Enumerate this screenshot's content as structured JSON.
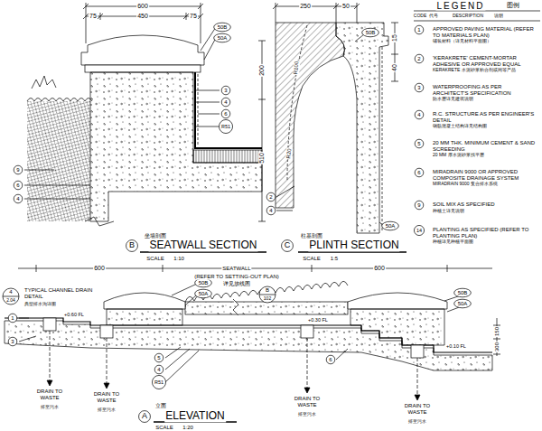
{
  "diagram": {
    "labels": [
      "600",
      "75",
      "450",
      "75",
      "50B",
      "50A",
      "200",
      "510",
      "3",
      "4",
      "6",
      "R51",
      "9",
      "6",
      "4",
      "坐墙剖面",
      "B",
      "SEATWALL SECTION",
      "SCALE",
      "1:10",
      "250",
      "50",
      "50B",
      "15",
      "40",
      "R100",
      "R20",
      "2",
      "4",
      "50A",
      "柱基剖面",
      "C",
      "PLINTH SECTION",
      "SCALE",
      "1:5",
      "600",
      "SEATWALL",
      "600",
      "(REFER TO SETTING-OUT PLAN)",
      "详见放线图",
      "50B",
      "50A",
      "B",
      "102",
      "50B",
      "50A",
      "4",
      "2.04",
      "TYPICAL CHANNEL DRAIN DETAIL",
      "典型排水沟详图",
      "1",
      "+0.60 FL",
      "3",
      "5",
      "4",
      "R51",
      "+0.30 FL",
      "6",
      "150",
      "300",
      "+0.10 FL",
      "DRAIN TO WASTE",
      "排至污水",
      "DRAIN TO WASTE",
      "排至污水",
      "DRAIN TO WASTE",
      "排至污水",
      "DRAIN TO WASTE",
      "排至污水",
      "立面",
      "A",
      "ELEVATION",
      "SCALE",
      "1:20",
      "LEGEND",
      "图例",
      "CODE",
      "代号",
      "DESCRIPTION",
      "说明",
      "1",
      "2",
      "3",
      "4",
      "5",
      "6",
      "9",
      "14",
      "铺装材料（详见材料平面图）",
      "KERAKRETE 水泥砂浆粘合剂或同等产品",
      "防水层详见建筑说明",
      "钢筋混凝土结构详见结构图",
      "20 MM 厚水泥砂浆找平层",
      "MIRADRAIN 9000 复合排水系统",
      "种植土详见说明",
      "种植详见种植平面图"
    ],
    "legend": [
      {
        "text": "APPROVED PAVING MATERIAL (REFER TO MATERIALS PLAN)"
      },
      {
        "text": "'KERAKRETE' CEMENT-MORTAR ADHESIVE OR APPROVED EQUAL"
      },
      {
        "text": "WATERPROOFING AS PER ARCHITECT'S SPECIFICATION"
      },
      {
        "text": "R.C. STRUCTURE AS PER ENGINEER'S DETAIL"
      },
      {
        "text": "20 MM THK. MINIMUM CEMENT & SAND SCREEDING"
      },
      {
        "text": "MIRADRAIN 9000 OR APPROVED COMPOSITE DRAINAGE SYSTEM"
      },
      {
        "text": "SOIL MIX AS SPECIFIED"
      },
      {
        "text": "PLANTING AS SPECIFIED (REFER TO PLANTING PLAN)"
      }
    ]
  }
}
